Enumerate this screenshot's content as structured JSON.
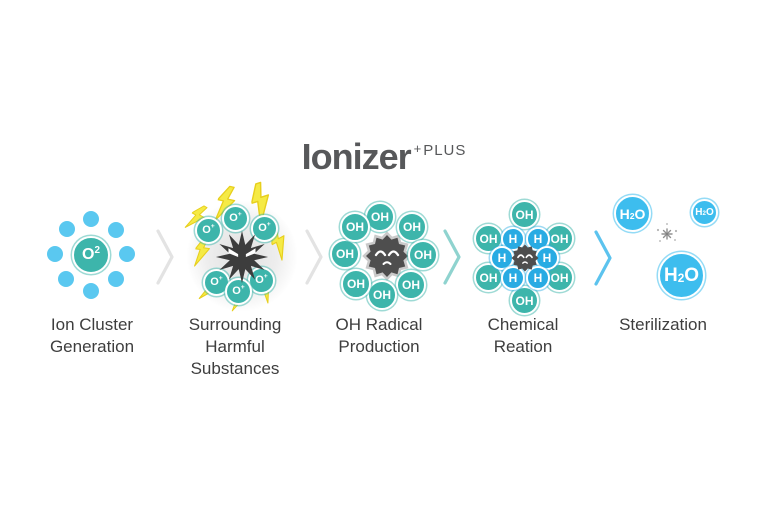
{
  "title": {
    "name": "Ionizer",
    "plus_sign": "+",
    "plus_text": "PLUS"
  },
  "stages": [
    {
      "label_lines": [
        "Ion Cluster",
        "Generation"
      ],
      "molecule": {
        "base": "O",
        "sup": "2"
      }
    },
    {
      "label_lines": [
        "Surrounding",
        "Harmful",
        "Substances"
      ],
      "ion": {
        "base": "O",
        "sup": "+"
      }
    },
    {
      "label_lines": [
        "OH Radical",
        "Production"
      ],
      "radical": "OH"
    },
    {
      "label_lines": [
        "Chemical",
        "Reation"
      ],
      "radical": "OH",
      "hydrogen": "H"
    },
    {
      "label_lines": [
        "Sterilization"
      ],
      "molecule": {
        "h": "H",
        "sub": "2",
        "o": "O"
      }
    }
  ],
  "icons": [
    "ion-dot",
    "angry-virus-icon",
    "lightning-bolt-icon",
    "weakened-virus-icon",
    "sparkle-icon",
    "chevron-right-icon"
  ],
  "colors": {
    "ion_dot_blue": "#5ac8f0",
    "teal_particle": "#3db5ab",
    "hydrogen_blue": "#28abe3",
    "water_blue": "#3dbdee",
    "virus_dark": "#3d3d3d",
    "lightning_yellow": "#f5ea45",
    "chevron_gray": "#e3e3e3",
    "chevron_teal": "#8fd3cf",
    "chevron_blue": "#5cc3ee",
    "label_text": "#3e3e3e",
    "title_text": "#57585a"
  }
}
